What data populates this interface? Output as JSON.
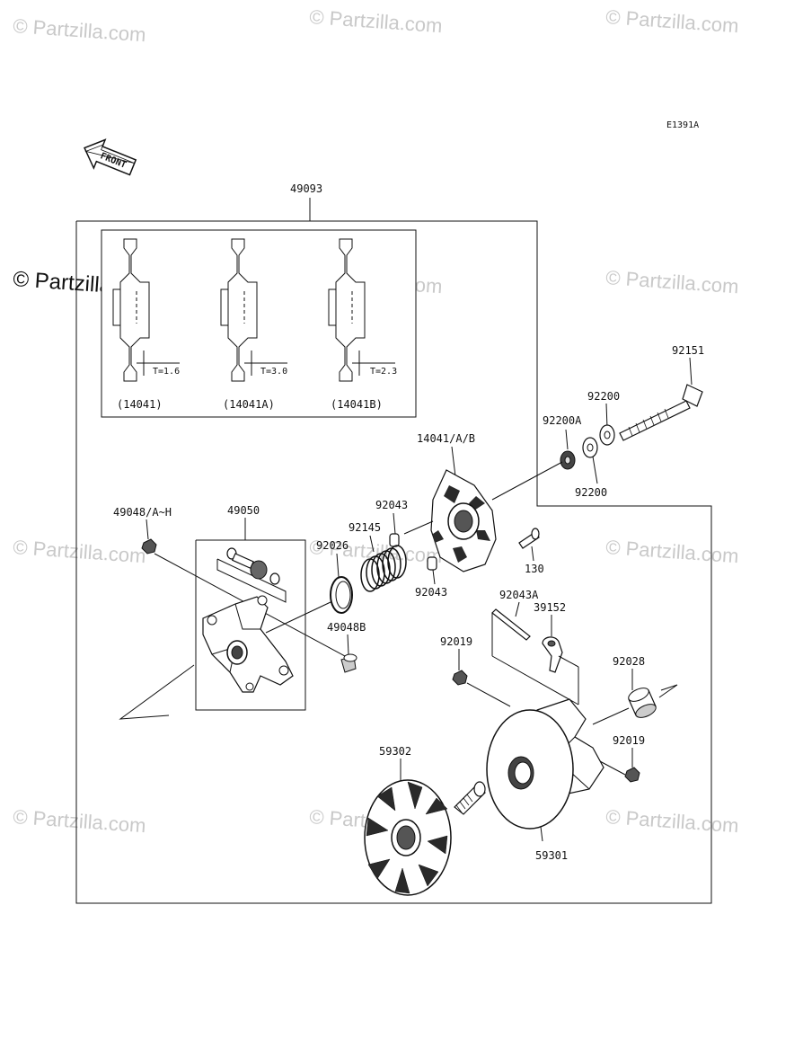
{
  "diagram": {
    "code": "E1391A",
    "front_label": "FRONT",
    "watermark": "© Partzilla.com",
    "assembly_label": "49093",
    "inset": {
      "variants": [
        {
          "thickness": "T=1.6",
          "part": "(14041)"
        },
        {
          "thickness": "T=3.0",
          "part": "(14041A)"
        },
        {
          "thickness": "T=2.3",
          "part": "(14041B)"
        }
      ]
    },
    "parts": {
      "p92151": "92151",
      "p92200_top": "92200",
      "p92200A": "92200A",
      "p92200_bottom": "92200",
      "p14041AB": "14041/A/B",
      "p92043_top": "92043",
      "p92145": "92145",
      "p92026": "92026",
      "p92043_bottom": "92043",
      "p130": "130",
      "p49048AH": "49048/A~H",
      "p49050": "49050",
      "p49048B": "49048B",
      "p92043A": "92043A",
      "p39152": "39152",
      "p92019_top": "92019",
      "p92028": "92028",
      "p92019_bottom": "92019",
      "p59302": "59302",
      "p59301": "59301"
    }
  }
}
